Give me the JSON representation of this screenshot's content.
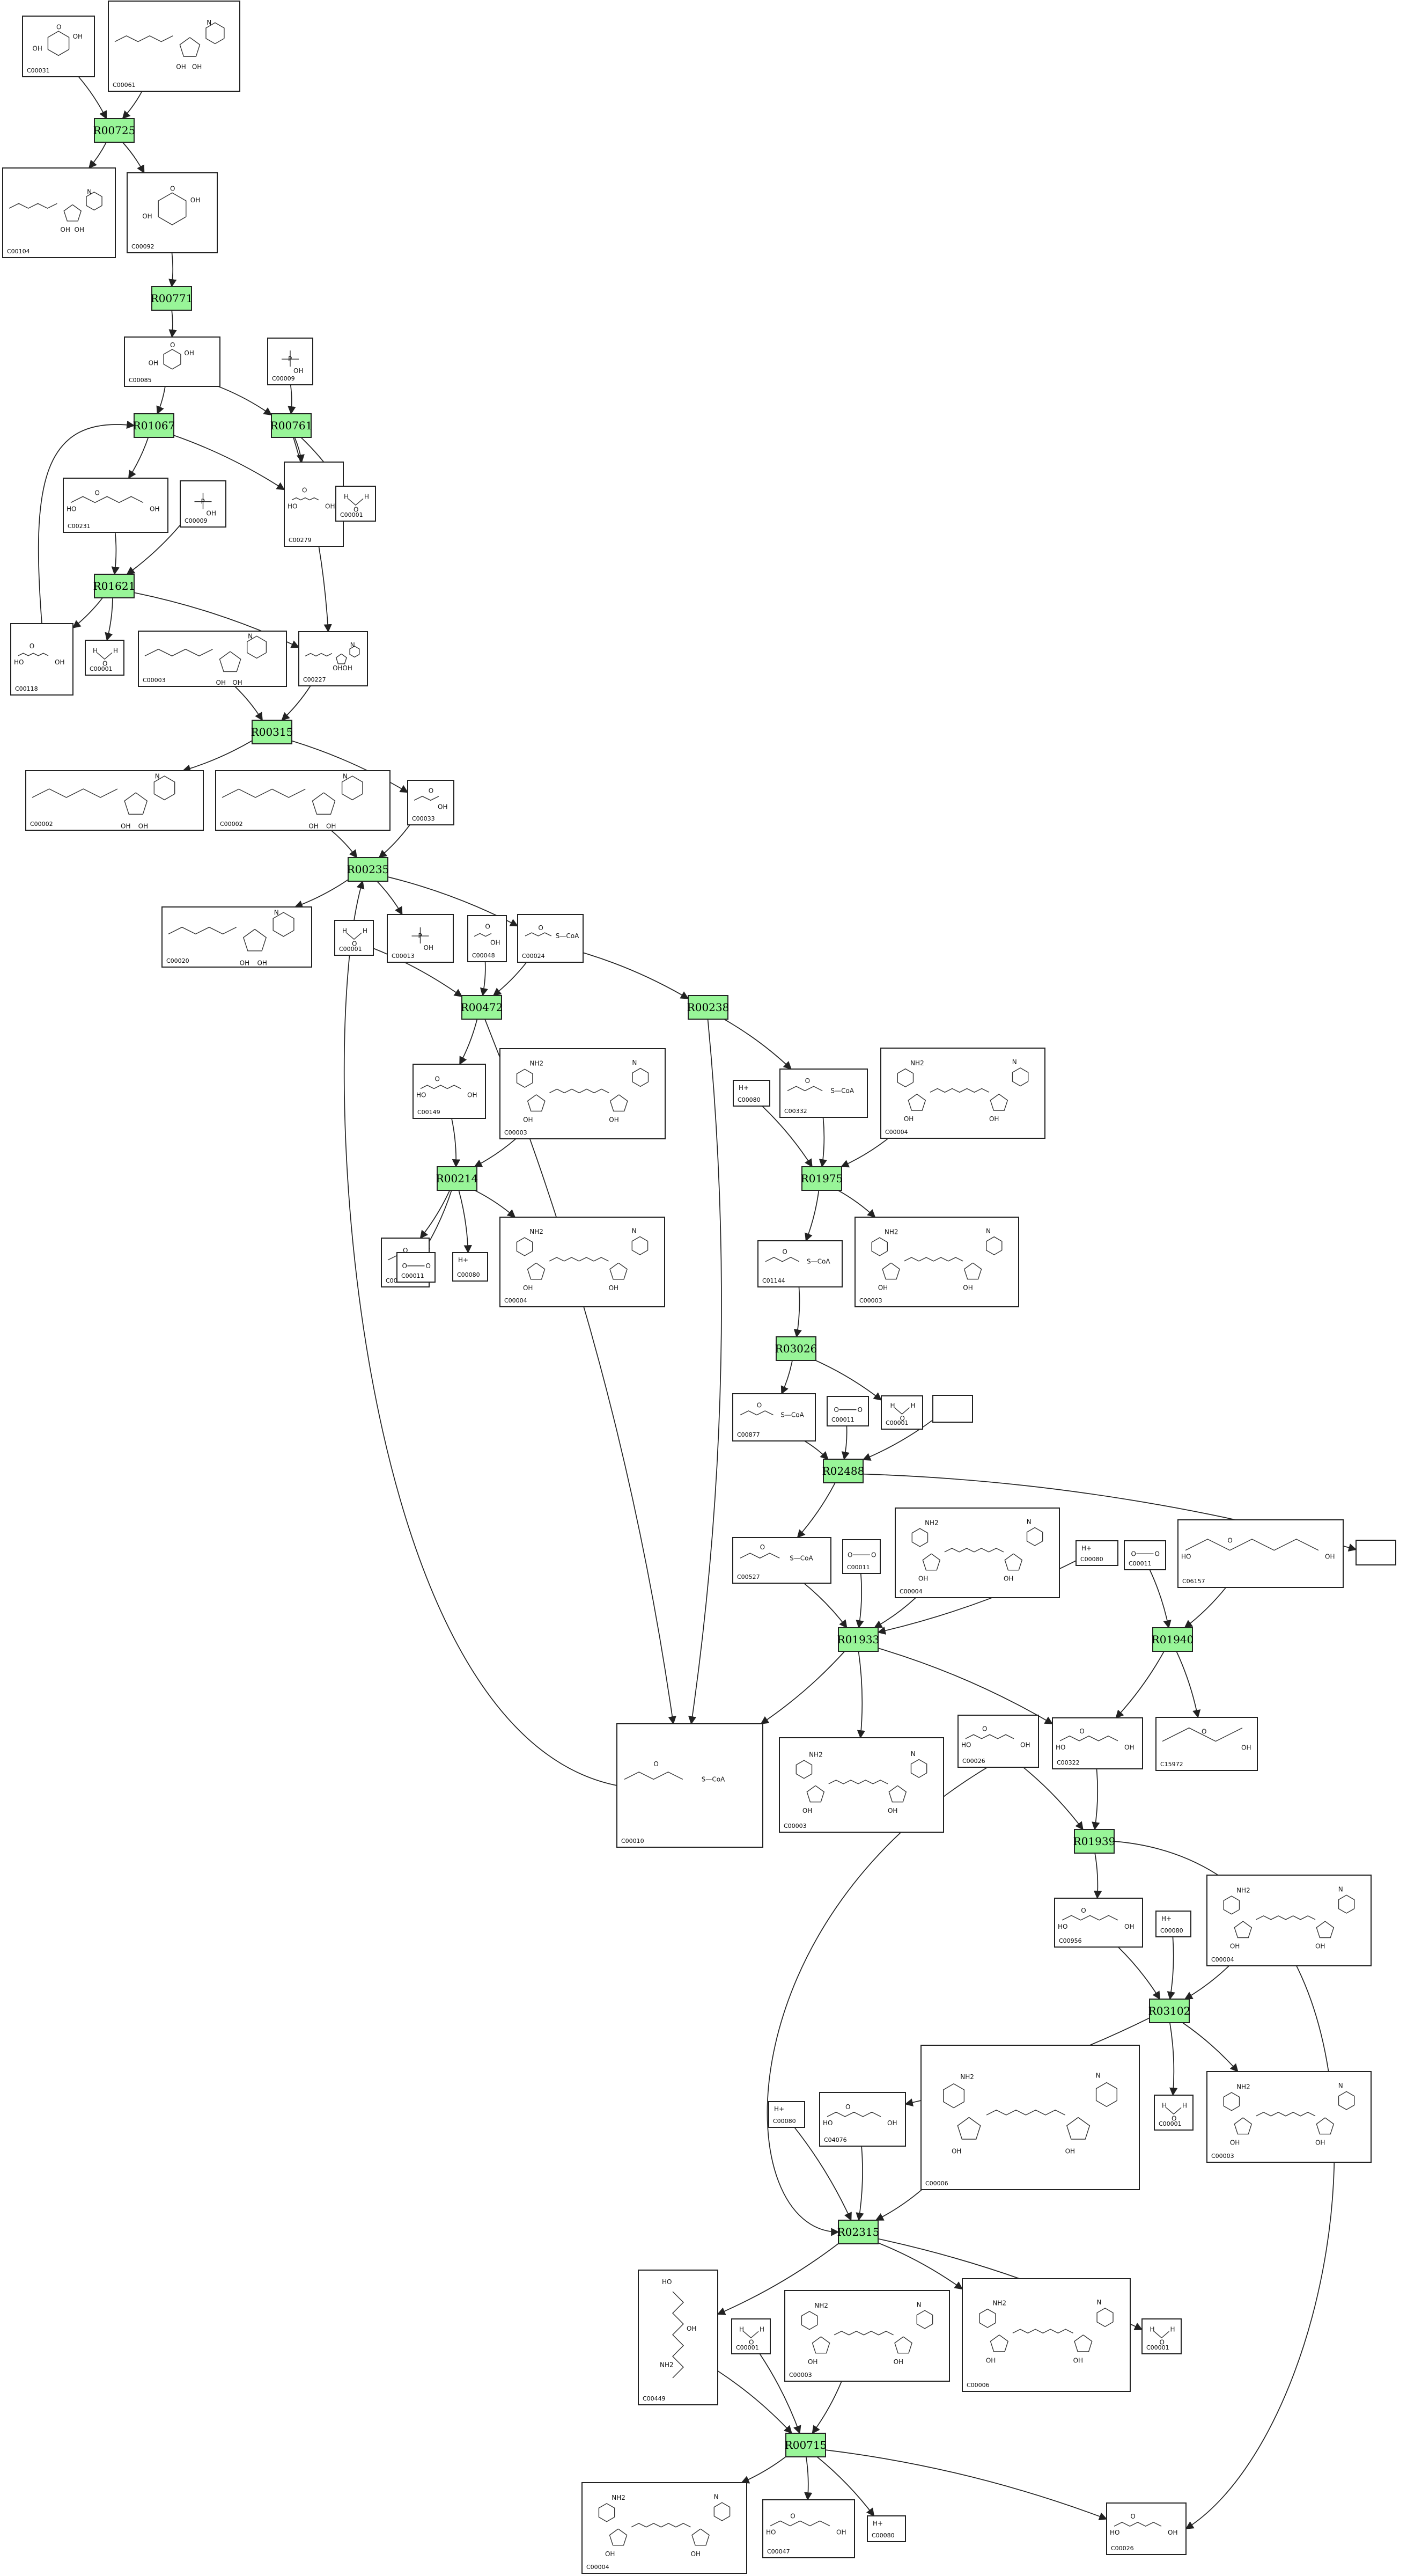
{
  "reactions": [
    "R00725",
    "R00771",
    "R01067",
    "R00761",
    "R01621",
    "R00315",
    "R00235",
    "R00472",
    "R00238",
    "R00214",
    "R01975",
    "R03026",
    "R02488",
    "R01933",
    "R01940",
    "R01939",
    "R03102",
    "R02315",
    "R00715"
  ],
  "compounds": [
    {
      "id": "c1",
      "label": "C00031",
      "mol": "hexose"
    },
    {
      "id": "c2",
      "label": "C00061",
      "mol": "ntp"
    },
    {
      "id": "c3",
      "label": "C00104",
      "mol": "ndp"
    },
    {
      "id": "c4",
      "label": "C00092",
      "mol": "hexose"
    },
    {
      "id": "c5",
      "label": "C00085",
      "mol": "hexose"
    },
    {
      "id": "c6",
      "label": "C00009",
      "mol": "phosphate"
    },
    {
      "id": "c7",
      "label": "C00231",
      "mol": "sugarphos"
    },
    {
      "id": "c8",
      "label": "C00009",
      "mol": "phosphate"
    },
    {
      "id": "c9",
      "label": "C00279",
      "mol": "sugarphos"
    },
    {
      "id": "c10",
      "label": "C00001",
      "mol": "water"
    },
    {
      "id": "c11",
      "label": "C00118",
      "mol": "sugarphos"
    },
    {
      "id": "c12",
      "label": "C00001",
      "mol": "water"
    },
    {
      "id": "c13",
      "label": "C00003",
      "mol": "acylphos"
    },
    {
      "id": "c14",
      "label": "C00227",
      "mol": "acylphos"
    },
    {
      "id": "c15",
      "label": "C00002",
      "mol": "ntp"
    },
    {
      "id": "c16",
      "label": "C00002",
      "mol": "ntp"
    },
    {
      "id": "c17",
      "label": "C00033",
      "mol": "small"
    },
    {
      "id": "c18",
      "label": "C00020",
      "mol": "ndp"
    },
    {
      "id": "c19",
      "label": "C00001",
      "mol": "water"
    },
    {
      "id": "c20",
      "label": "C00013",
      "mol": "phosphate"
    },
    {
      "id": "c21",
      "label": "C00048",
      "mol": "small"
    },
    {
      "id": "c22",
      "label": "C00024",
      "mol": "coa"
    },
    {
      "id": "c23",
      "label": "C00080",
      "mol": "proton"
    },
    {
      "id": "c24",
      "label": "C00332",
      "mol": "coa"
    },
    {
      "id": "c25",
      "label": "C00004",
      "mol": "nad"
    },
    {
      "id": "c26",
      "label": "C00149",
      "mol": "acid"
    },
    {
      "id": "c27",
      "label": "C00003",
      "mol": "nad"
    },
    {
      "id": "c28",
      "label": "C00022",
      "mol": "small"
    },
    {
      "id": "c29",
      "label": "C00011",
      "mol": "co2"
    },
    {
      "id": "c30",
      "label": "C00080",
      "mol": "proton"
    },
    {
      "id": "c31",
      "label": "C00004",
      "mol": "nad"
    },
    {
      "id": "c32",
      "label": "C01144",
      "mol": "coa"
    },
    {
      "id": "c33",
      "label": "C00003",
      "mol": "nad"
    },
    {
      "id": "c34",
      "label": "C00877",
      "mol": "coa"
    },
    {
      "id": "c35",
      "label": "C00011",
      "mol": "co2"
    },
    {
      "id": "c36",
      "label": "C00001",
      "mol": "water"
    },
    {
      "id": "c37",
      "label": "",
      "mol": "none"
    },
    {
      "id": "c38",
      "label": "C00527",
      "mol": "coa"
    },
    {
      "id": "c39",
      "label": "C00011",
      "mol": "co2"
    },
    {
      "id": "c40",
      "label": "C00004",
      "mol": "nad"
    },
    {
      "id": "c41",
      "label": "C00080",
      "mol": "proton"
    },
    {
      "id": "c42",
      "label": "C00011",
      "mol": "co2"
    },
    {
      "id": "c43",
      "label": "C06157",
      "mol": "acid"
    },
    {
      "id": "c44",
      "label": "",
      "mol": "none"
    },
    {
      "id": "c45",
      "label": "C00010",
      "mol": "coa"
    },
    {
      "id": "c46",
      "label": "C00003",
      "mol": "nad"
    },
    {
      "id": "c47",
      "label": "C00026",
      "mol": "acid"
    },
    {
      "id": "c48",
      "label": "C00322",
      "mol": "acid"
    },
    {
      "id": "c49",
      "label": "C15972",
      "mol": "small"
    },
    {
      "id": "c50",
      "label": "C00956",
      "mol": "acid"
    },
    {
      "id": "c51",
      "label": "C00080",
      "mol": "proton"
    },
    {
      "id": "c52",
      "label": "C00004",
      "mol": "nad"
    },
    {
      "id": "c53",
      "label": "C00001",
      "mol": "water"
    },
    {
      "id": "c54",
      "label": "C00003",
      "mol": "nad"
    },
    {
      "id": "c55",
      "label": "C00080",
      "mol": "proton"
    },
    {
      "id": "c56",
      "label": "C04076",
      "mol": "acid"
    },
    {
      "id": "c57",
      "label": "C00006",
      "mol": "nad"
    },
    {
      "id": "c58",
      "label": "C00449",
      "mol": "chain"
    },
    {
      "id": "c59",
      "label": "C00001",
      "mol": "water"
    },
    {
      "id": "c60",
      "label": "C00003",
      "mol": "nad"
    },
    {
      "id": "c61",
      "label": "C00006",
      "mol": "nad"
    },
    {
      "id": "c62",
      "label": "C00001",
      "mol": "water"
    },
    {
      "id": "c63",
      "label": "C00004",
      "mol": "nad"
    },
    {
      "id": "c64",
      "label": "C00047",
      "mol": "acid"
    },
    {
      "id": "c65",
      "label": "C00080",
      "mol": "proton"
    },
    {
      "id": "c66",
      "label": "C00026",
      "mol": "acid"
    }
  ],
  "edges": [
    {
      "from": "c1",
      "to": "R00725"
    },
    {
      "from": "c2",
      "to": "R00725"
    },
    {
      "from": "R00725",
      "to": "c3"
    },
    {
      "from": "R00725",
      "to": "c4"
    },
    {
      "from": "c4",
      "to": "R00771"
    },
    {
      "from": "R00771",
      "to": "c5"
    },
    {
      "from": "c5",
      "to": "R01067"
    },
    {
      "from": "c5",
      "to": "R00761"
    },
    {
      "from": "c6",
      "to": "R00761"
    },
    {
      "from": "R00761",
      "to": "c9"
    },
    {
      "from": "R00761",
      "to": "c10"
    },
    {
      "from": "R00761",
      "to": "c14"
    },
    {
      "from": "R01067",
      "to": "c7"
    },
    {
      "from": "R01067",
      "to": "c9"
    },
    {
      "from": "c7",
      "to": "R01621"
    },
    {
      "from": "c8",
      "to": "R01621"
    },
    {
      "from": "R01621",
      "to": "c11"
    },
    {
      "from": "R01621",
      "to": "c12"
    },
    {
      "from": "R01621",
      "to": "c14"
    },
    {
      "from": "c11",
      "to": "R01067",
      "curve": "up"
    },
    {
      "from": "c13",
      "to": "R00315"
    },
    {
      "from": "c14",
      "to": "R00315"
    },
    {
      "from": "R00315",
      "to": "c15"
    },
    {
      "from": "R00315",
      "to": "c17"
    },
    {
      "from": "c16",
      "to": "R00235"
    },
    {
      "from": "c17",
      "to": "R00235"
    },
    {
      "from": "R00235",
      "to": "c18"
    },
    {
      "from": "R00235",
      "to": "c20"
    },
    {
      "from": "R00235",
      "to": "c22"
    },
    {
      "from": "c19",
      "to": "R00472"
    },
    {
      "from": "c21",
      "to": "R00472"
    },
    {
      "from": "c22",
      "to": "R00472"
    },
    {
      "from": "c22",
      "to": "R00238"
    },
    {
      "from": "R00472",
      "to": "c26"
    },
    {
      "from": "R00472",
      "to": "c45"
    },
    {
      "from": "c26",
      "to": "R00214"
    },
    {
      "from": "c27",
      "to": "R00214"
    },
    {
      "from": "R00214",
      "to": "c28"
    },
    {
      "from": "R00214",
      "to": "c29"
    },
    {
      "from": "R00214",
      "to": "c30"
    },
    {
      "from": "R00214",
      "to": "c31"
    },
    {
      "from": "R00238",
      "to": "c24"
    },
    {
      "from": "R00238",
      "to": "c45"
    },
    {
      "from": "c23",
      "to": "R01975"
    },
    {
      "from": "c24",
      "to": "R01975"
    },
    {
      "from": "c25",
      "to": "R01975"
    },
    {
      "from": "R01975",
      "to": "c32"
    },
    {
      "from": "R01975",
      "to": "c33"
    },
    {
      "from": "c32",
      "to": "R03026"
    },
    {
      "from": "R03026",
      "to": "c34"
    },
    {
      "from": "R03026",
      "to": "c36"
    },
    {
      "from": "c34",
      "to": "R02488"
    },
    {
      "from": "c35",
      "to": "R02488"
    },
    {
      "from": "c37",
      "to": "R02488"
    },
    {
      "from": "R02488",
      "to": "c38"
    },
    {
      "from": "R02488",
      "to": "c44"
    },
    {
      "from": "c38",
      "to": "R01933"
    },
    {
      "from": "c39",
      "to": "R01933"
    },
    {
      "from": "c40",
      "to": "R01933"
    },
    {
      "from": "c41",
      "to": "R01933"
    },
    {
      "from": "R01933",
      "to": "c45"
    },
    {
      "from": "R01933",
      "to": "c46"
    },
    {
      "from": "R01933",
      "to": "c48"
    },
    {
      "from": "c45",
      "to": "R00235",
      "curve": "left"
    },
    {
      "from": "c42",
      "to": "R01940"
    },
    {
      "from": "c43",
      "to": "R01940"
    },
    {
      "from": "R01940",
      "to": "c48"
    },
    {
      "from": "R01940",
      "to": "c49"
    },
    {
      "from": "c47",
      "to": "R01939"
    },
    {
      "from": "c48",
      "to": "R01939"
    },
    {
      "from": "R01939",
      "to": "c50"
    },
    {
      "from": "R01939",
      "to": "c66",
      "curve": "right"
    },
    {
      "from": "c47",
      "to": "R02315",
      "curve": "left2"
    },
    {
      "from": "c50",
      "to": "R03102"
    },
    {
      "from": "c51",
      "to": "R03102"
    },
    {
      "from": "c52",
      "to": "R03102"
    },
    {
      "from": "R03102",
      "to": "c53"
    },
    {
      "from": "R03102",
      "to": "c54"
    },
    {
      "from": "R03102",
      "to": "c56"
    },
    {
      "from": "c55",
      "to": "R02315"
    },
    {
      "from": "c56",
      "to": "R02315"
    },
    {
      "from": "c57",
      "to": "R02315"
    },
    {
      "from": "R02315",
      "to": "c58"
    },
    {
      "from": "R02315",
      "to": "c61"
    },
    {
      "from": "R02315",
      "to": "c62"
    },
    {
      "from": "c58",
      "to": "R00715"
    },
    {
      "from": "c59",
      "to": "R00715"
    },
    {
      "from": "c60",
      "to": "R00715"
    },
    {
      "from": "R00715",
      "to": "c63"
    },
    {
      "from": "R00715",
      "to": "c64"
    },
    {
      "from": "R00715",
      "to": "c65"
    },
    {
      "from": "R00715",
      "to": "c66"
    }
  ]
}
